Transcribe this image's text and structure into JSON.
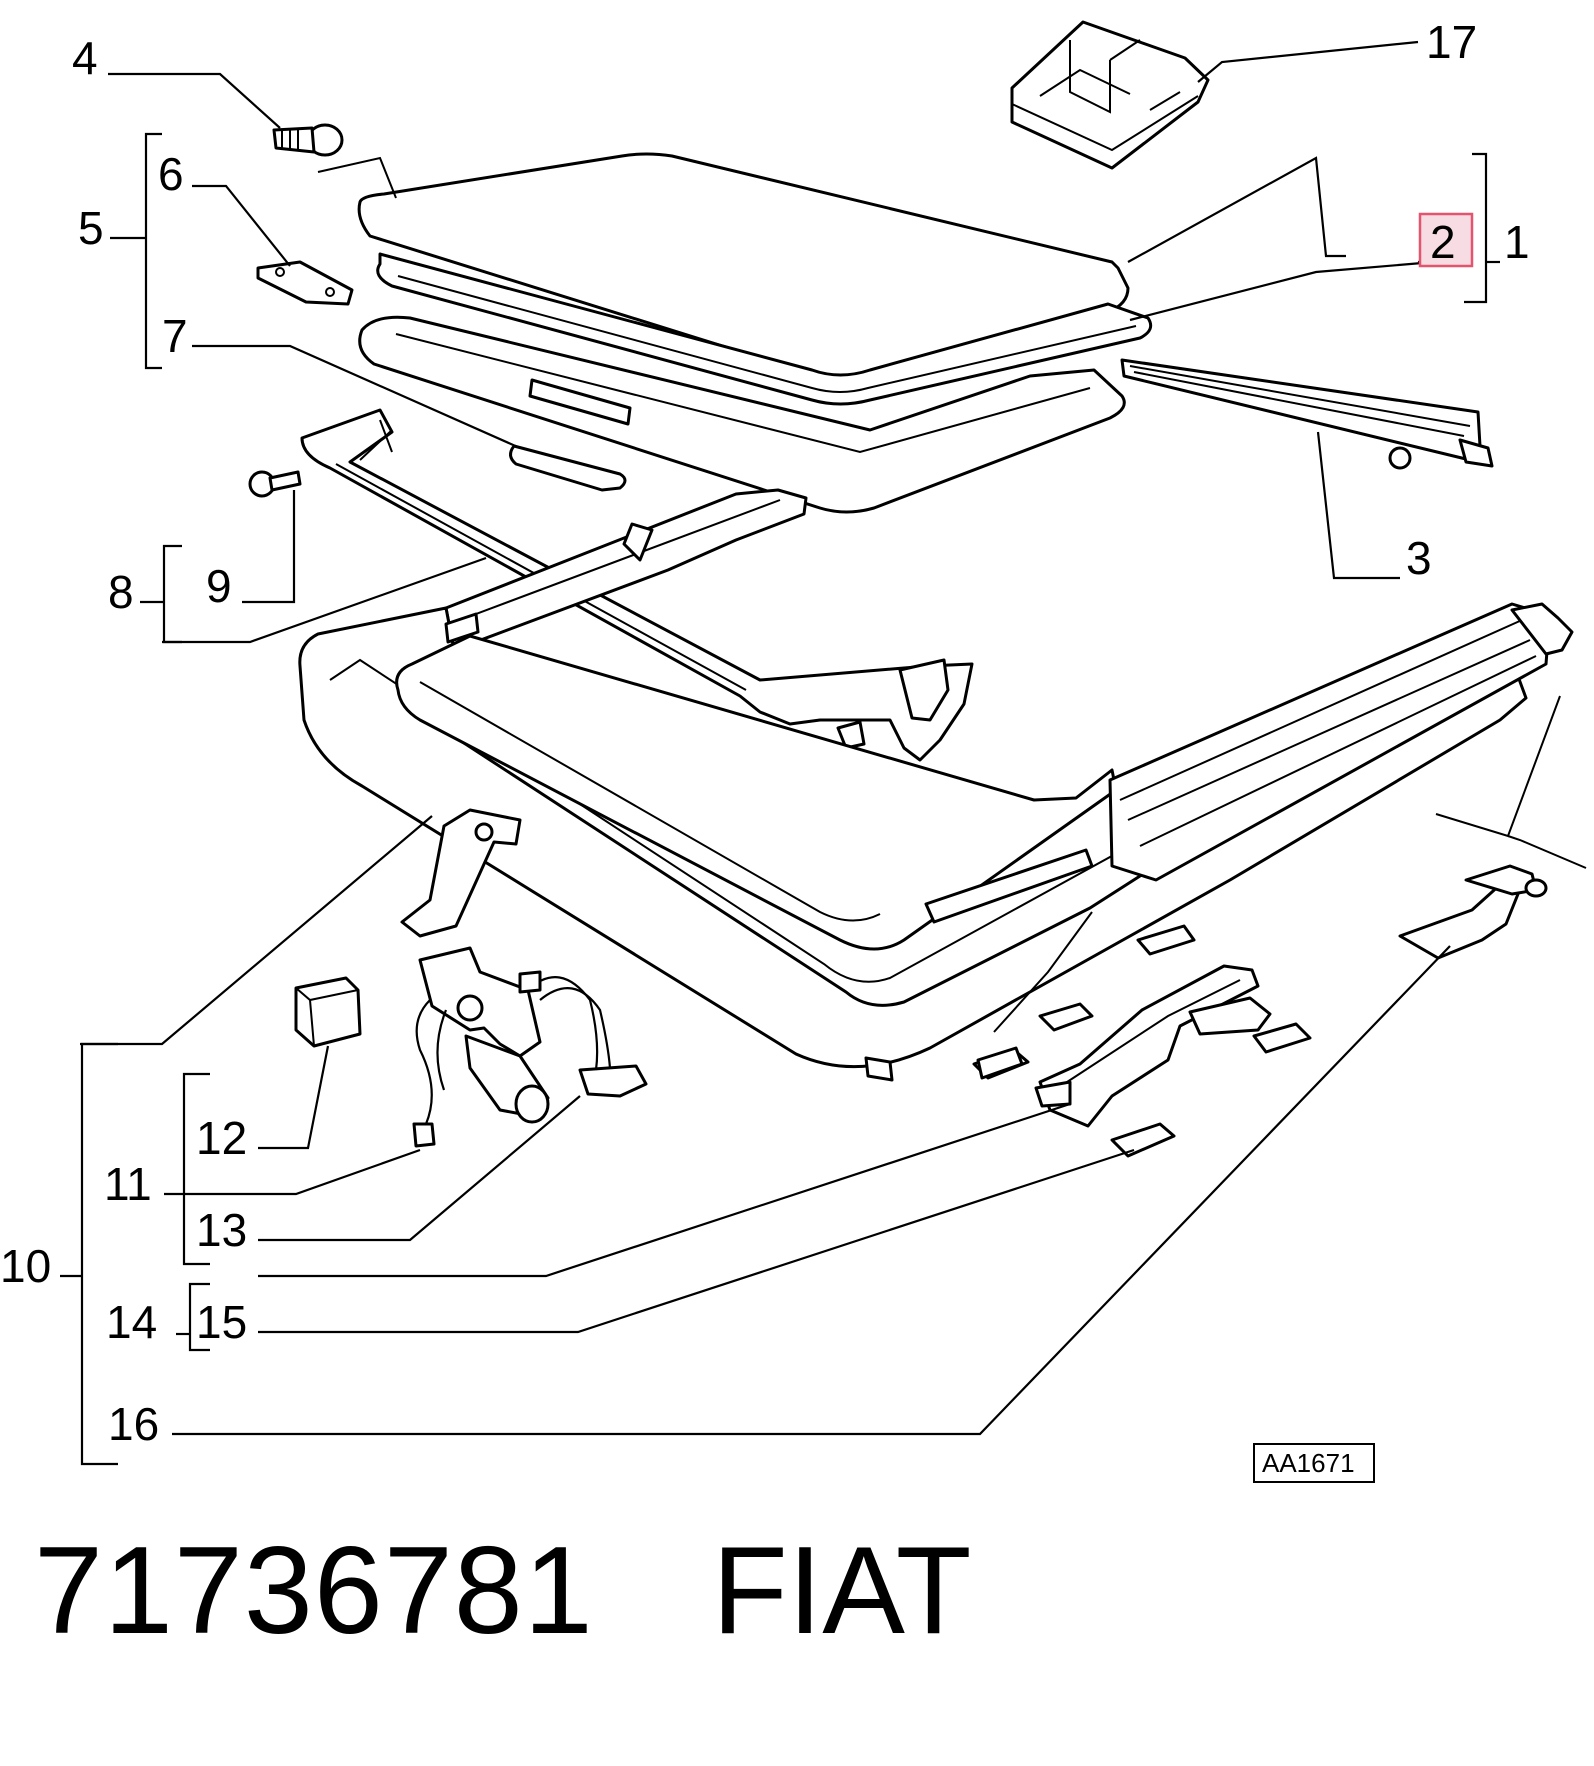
{
  "callouts": {
    "c1": "1",
    "c2": "2",
    "c3": "3",
    "c4": "4",
    "c5": "5",
    "c6": "6",
    "c7": "7",
    "c8": "8",
    "c9": "9",
    "c10": "10",
    "c11": "11",
    "c12": "12",
    "c13": "13",
    "c14": "14",
    "c15": "15",
    "c16": "16",
    "c17": "17"
  },
  "highlight_color": "#f7dde3",
  "highlight_border": "#e4546f",
  "reference_code": "AA1671",
  "part_number": "71736781",
  "brand": "FIAT"
}
